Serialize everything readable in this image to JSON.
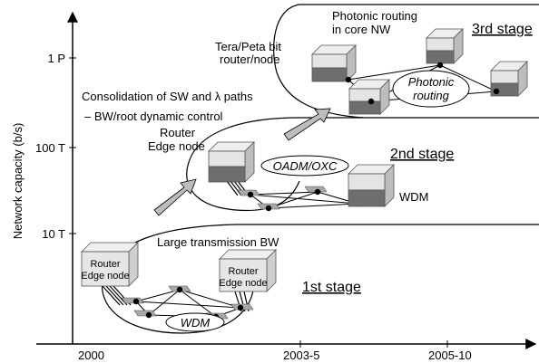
{
  "axes": {
    "y_label": "Network capacity (b/s)",
    "y_ticks": [
      "1 P",
      "100 T",
      "10 T"
    ],
    "x_ticks": [
      "2000",
      "2003-5",
      "2005-10"
    ]
  },
  "stage1": {
    "title": "1st stage",
    "caption": "Large transmission BW",
    "node_a": [
      "Router",
      "Edge node"
    ],
    "node_b": [
      "Router",
      "Edge node"
    ],
    "ellipse_label": "WDM"
  },
  "stage2": {
    "title": "2nd stage",
    "node_label": [
      "Router",
      "Edge node"
    ],
    "ellipse_label": "OADM/OXC",
    "wdm_label": "WDM"
  },
  "stage3": {
    "title": "3rd stage",
    "caption": [
      "Photonic routing",
      "in core NW"
    ],
    "node_label": [
      "Tera/Peta bit",
      "router/node"
    ],
    "ellipse_label": [
      "Photonic",
      "routing"
    ]
  },
  "consolidation": [
    "Consolidation of SW and λ paths",
    "– BW/root dynamic control"
  ]
}
